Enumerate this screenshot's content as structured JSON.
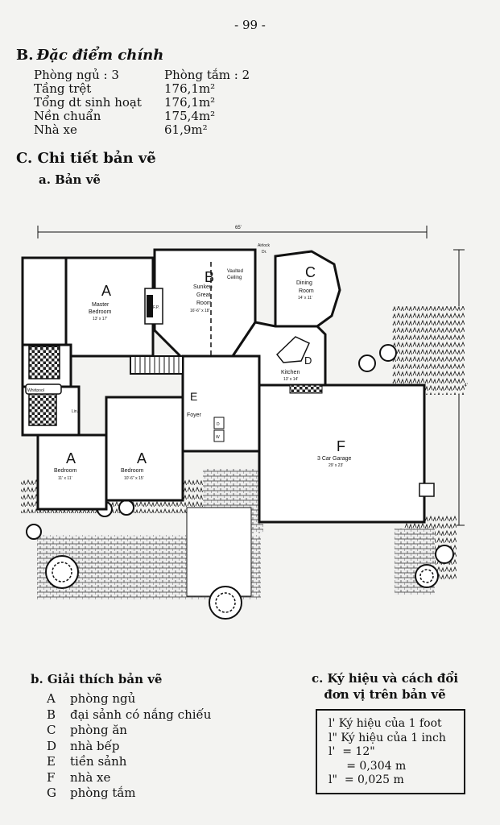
{
  "page_number": "- 99 -",
  "section_b": {
    "letter": "B.",
    "title": "Đặc điểm chính",
    "specs": [
      {
        "label": "Phòng ngủ : 3",
        "value": "Phòng tắm : 2"
      },
      {
        "label": "Tầng trệt",
        "value": "176,1m²"
      },
      {
        "label": "Tổng dt sinh hoạt",
        "value": "176,1m²"
      },
      {
        "label": "Nền chuẩn",
        "value": "175,4m²"
      },
      {
        "label": "Nhà xe",
        "value": "61,9m²"
      }
    ]
  },
  "section_c": {
    "title": "C. Chi tiết bản vẽ",
    "sub_a": "a. Bản vẽ"
  },
  "plan": {
    "width_dim": "65'",
    "height_dim": "44'",
    "rooms": [
      {
        "letter": "A",
        "name": "Master",
        "name2": "Bedroom",
        "size": "13' x 17'"
      },
      {
        "letter": "B",
        "name": "Sunken",
        "name2": "Great",
        "name3": "Room",
        "size": "16'-6\" x 18'"
      },
      {
        "letter": "C",
        "name": "Dining",
        "name2": "Room",
        "size": "14' x 11'"
      },
      {
        "letter": "D",
        "name": "Kitchen",
        "size": "13' x 14'"
      },
      {
        "letter": "E",
        "name": "Foyer"
      },
      {
        "letter": "F",
        "name": "3 Car Garage",
        "size": "29' x 23'"
      },
      {
        "letter": "A",
        "name": "Bedroom",
        "size": "11' x 11'"
      },
      {
        "letter": "A",
        "name": "Bedroom",
        "size": "10'-6\" x 15'"
      }
    ],
    "labels": {
      "vaulted": "Vaulted",
      "ceiling": "Ceiling",
      "fireplace": "F.P.",
      "whirlpool": "Whirlpool",
      "airlock": "Airlock",
      "dr": "Dr.",
      "lin": "Lin.",
      "d": "D",
      "w": "W"
    }
  },
  "section_bb": {
    "title": "b. Giải thích bản vẽ",
    "items": [
      {
        "key": "A",
        "text": "phòng ngủ"
      },
      {
        "key": "B",
        "text": "đại sảnh có nắng chiếu"
      },
      {
        "key": "C",
        "text": "phòng ăn"
      },
      {
        "key": "D",
        "text": "nhà bếp"
      },
      {
        "key": "E",
        "text": "tiền sảnh"
      },
      {
        "key": "F",
        "text": "nhà xe"
      },
      {
        "key": "G",
        "text": "phòng tắm"
      }
    ]
  },
  "section_cc": {
    "title_line1": "c. Ký hiệu và cách đổi",
    "title_line2": "đơn vị trên bản vẽ",
    "lines": [
      "l' Ký hiệu của 1 foot",
      "l\" Ký hiệu của 1 inch",
      "l'  = 12\"",
      "     = 0,304 m",
      "l\"  = 0,025 m"
    ]
  }
}
